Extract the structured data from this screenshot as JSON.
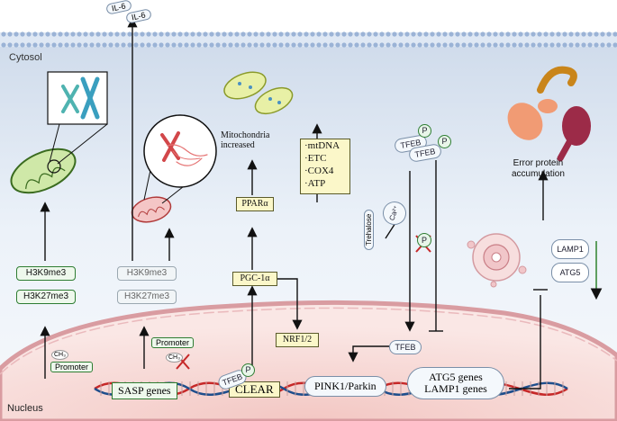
{
  "regions": {
    "cytosol": "Cytosol",
    "nucleus": "Nucleus"
  },
  "cytokine": {
    "top": "IL-6",
    "bottom": "IL-6"
  },
  "histone_marks": {
    "active": [
      "H3K9me3",
      "H3K27me3"
    ],
    "faded": [
      "H3K9me3",
      "H3K27me3"
    ]
  },
  "mitochondria_increased": "Mitochondria\nincreased",
  "pparg": "PPARα",
  "pgc": "PGC-1α",
  "nrf": "NRF1/2",
  "mito_targets": "·mtDNA\n·ETC\n·COX4\n·ATP",
  "tfeb": {
    "label": "TFEB",
    "p": "P"
  },
  "calcium": "Ca²⁺",
  "trehalose": "Trehalose",
  "error_protein": "Error protein\naccumulation",
  "lysosome_markers": [
    "LAMP1",
    "ATG5"
  ],
  "nucleus_labels": {
    "promoter_left": "Promoter",
    "promoter_right": "Promoter",
    "ch3": "CH₃",
    "sasp": "SASP genes",
    "clear": "CLEAR",
    "pink": "PINK1/Parkin",
    "atg_lamp": "ATG5 genes\nLAMP1 genes",
    "tfeb_nuclear": "TFEB"
  },
  "colors": {
    "membrane": "#9bb3d6",
    "cytosol_bg": "#e6eef8",
    "nucleus_fill": "#f6d9d6",
    "nucleus_border": "#d99ca1",
    "dna_red": "#c62828",
    "dna_blue": "#1e4e8c",
    "green_outline": "#2e7d32",
    "yellow_box": "#fbf7c9"
  },
  "icons": [
    "chromosome-icon",
    "mitochondrion-icon",
    "lysosome-icon",
    "protein-aggregate-icon",
    "dna-helix-icon",
    "magnifier-circle-icon",
    "inhibit-cross-icon"
  ]
}
